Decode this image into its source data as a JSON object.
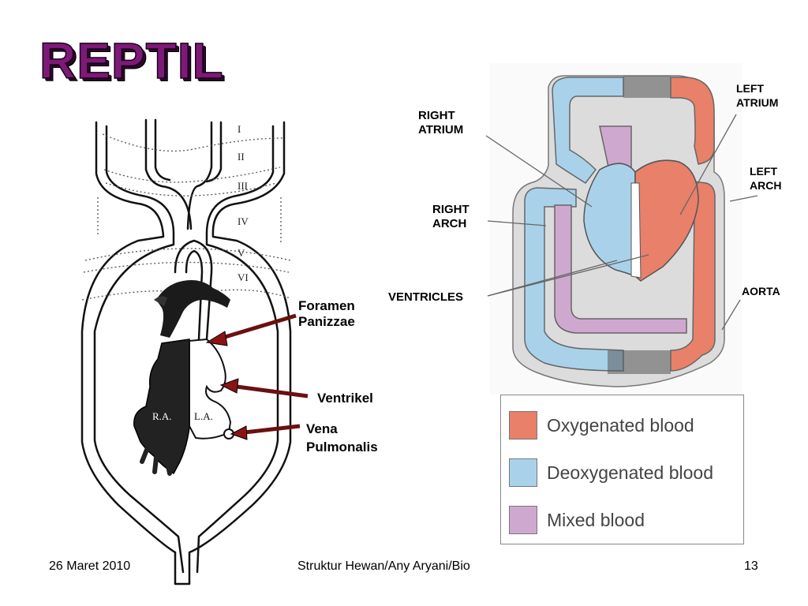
{
  "slide": {
    "title": "REPTIL",
    "footer_date": "26 Maret 2010",
    "footer_center": "Struktur Hewan/Any Aryani/Bio",
    "footer_page": "13"
  },
  "left_diagram": {
    "arch_numerals": [
      "I",
      "II",
      "III",
      "IV",
      "V",
      "VI"
    ],
    "chamber_labels": {
      "right_atrium": "R.A.",
      "left_atrium": "L.A."
    },
    "callouts": {
      "foramen_line1": "Foramen",
      "foramen_line2": "Panizzae",
      "ventrikel": "Ventrikel",
      "vena_line1": "Vena",
      "vena_line2": "Pulmonalis"
    }
  },
  "right_diagram": {
    "labels": {
      "left_atrium_1": "LEFT",
      "left_atrium_2": "ATRIUM",
      "right_atrium_1": "RIGHT",
      "right_atrium_2": "ATRIUM",
      "left_arch_1": "LEFT",
      "left_arch_2": "ARCH",
      "right_arch_1": "RIGHT",
      "right_arch_2": "ARCH",
      "ventricles": "VENTRICLES",
      "aorta": "AORTA"
    }
  },
  "legend": {
    "items": [
      {
        "label": "Oxygenated blood",
        "color": "#e8806a"
      },
      {
        "label": "Deoxygenated blood",
        "color": "#a9d2ea"
      },
      {
        "label": "Mixed blood",
        "color": "#cfa8cf"
      }
    ]
  }
}
